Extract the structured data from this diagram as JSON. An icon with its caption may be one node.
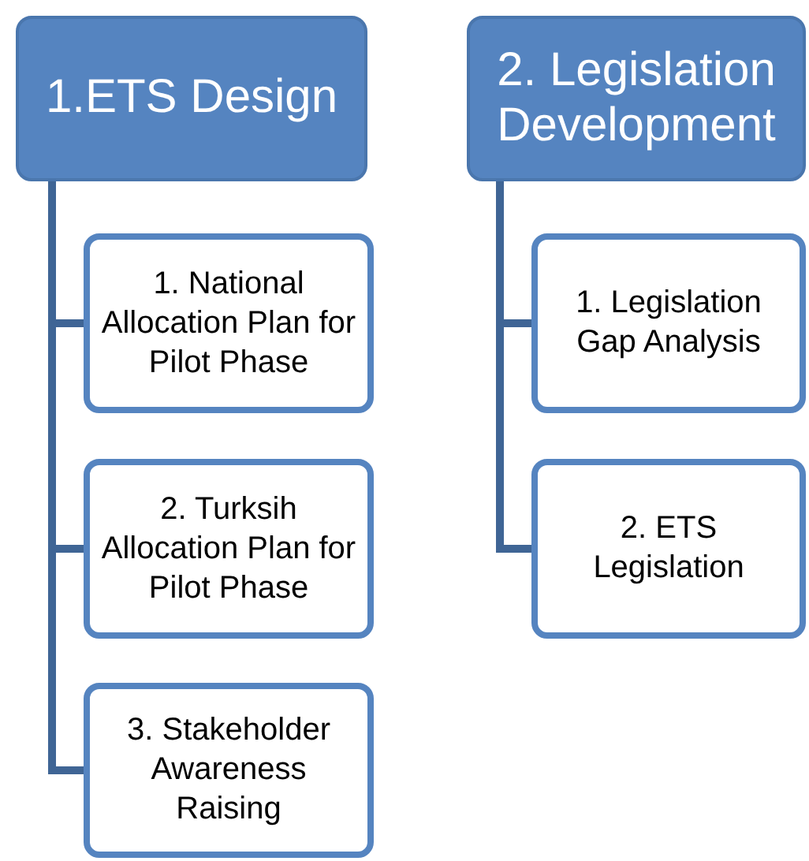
{
  "diagram": {
    "nodes": [
      {
        "text": [
          "1.ETS Design"
        ]
      },
      {
        "text": [
          "2. Legislation Development"
        ]
      },
      {
        "text": [
          "1. National Allocation Plan for Pilot Phase"
        ]
      },
      {
        "text": [
          "2. Turksih Allocation Plan for Pilot Phase"
        ]
      },
      {
        "text": [
          "3. Stakeholder Awareness Raising"
        ]
      },
      {
        "text": [
          "1. Legislation Gap Analysis"
        ]
      },
      {
        "text": [
          "2. ETS Legislation"
        ]
      }
    ],
    "edges": [
      {
        "from": 0,
        "to": 2,
        "arrow": "none"
      },
      {
        "from": 0,
        "to": 3,
        "arrow": "none"
      },
      {
        "from": 0,
        "to": 4,
        "arrow": "none"
      },
      {
        "from": 1,
        "to": 5,
        "arrow": "none"
      },
      {
        "from": 1,
        "to": 6,
        "arrow": "none"
      }
    ]
  }
}
